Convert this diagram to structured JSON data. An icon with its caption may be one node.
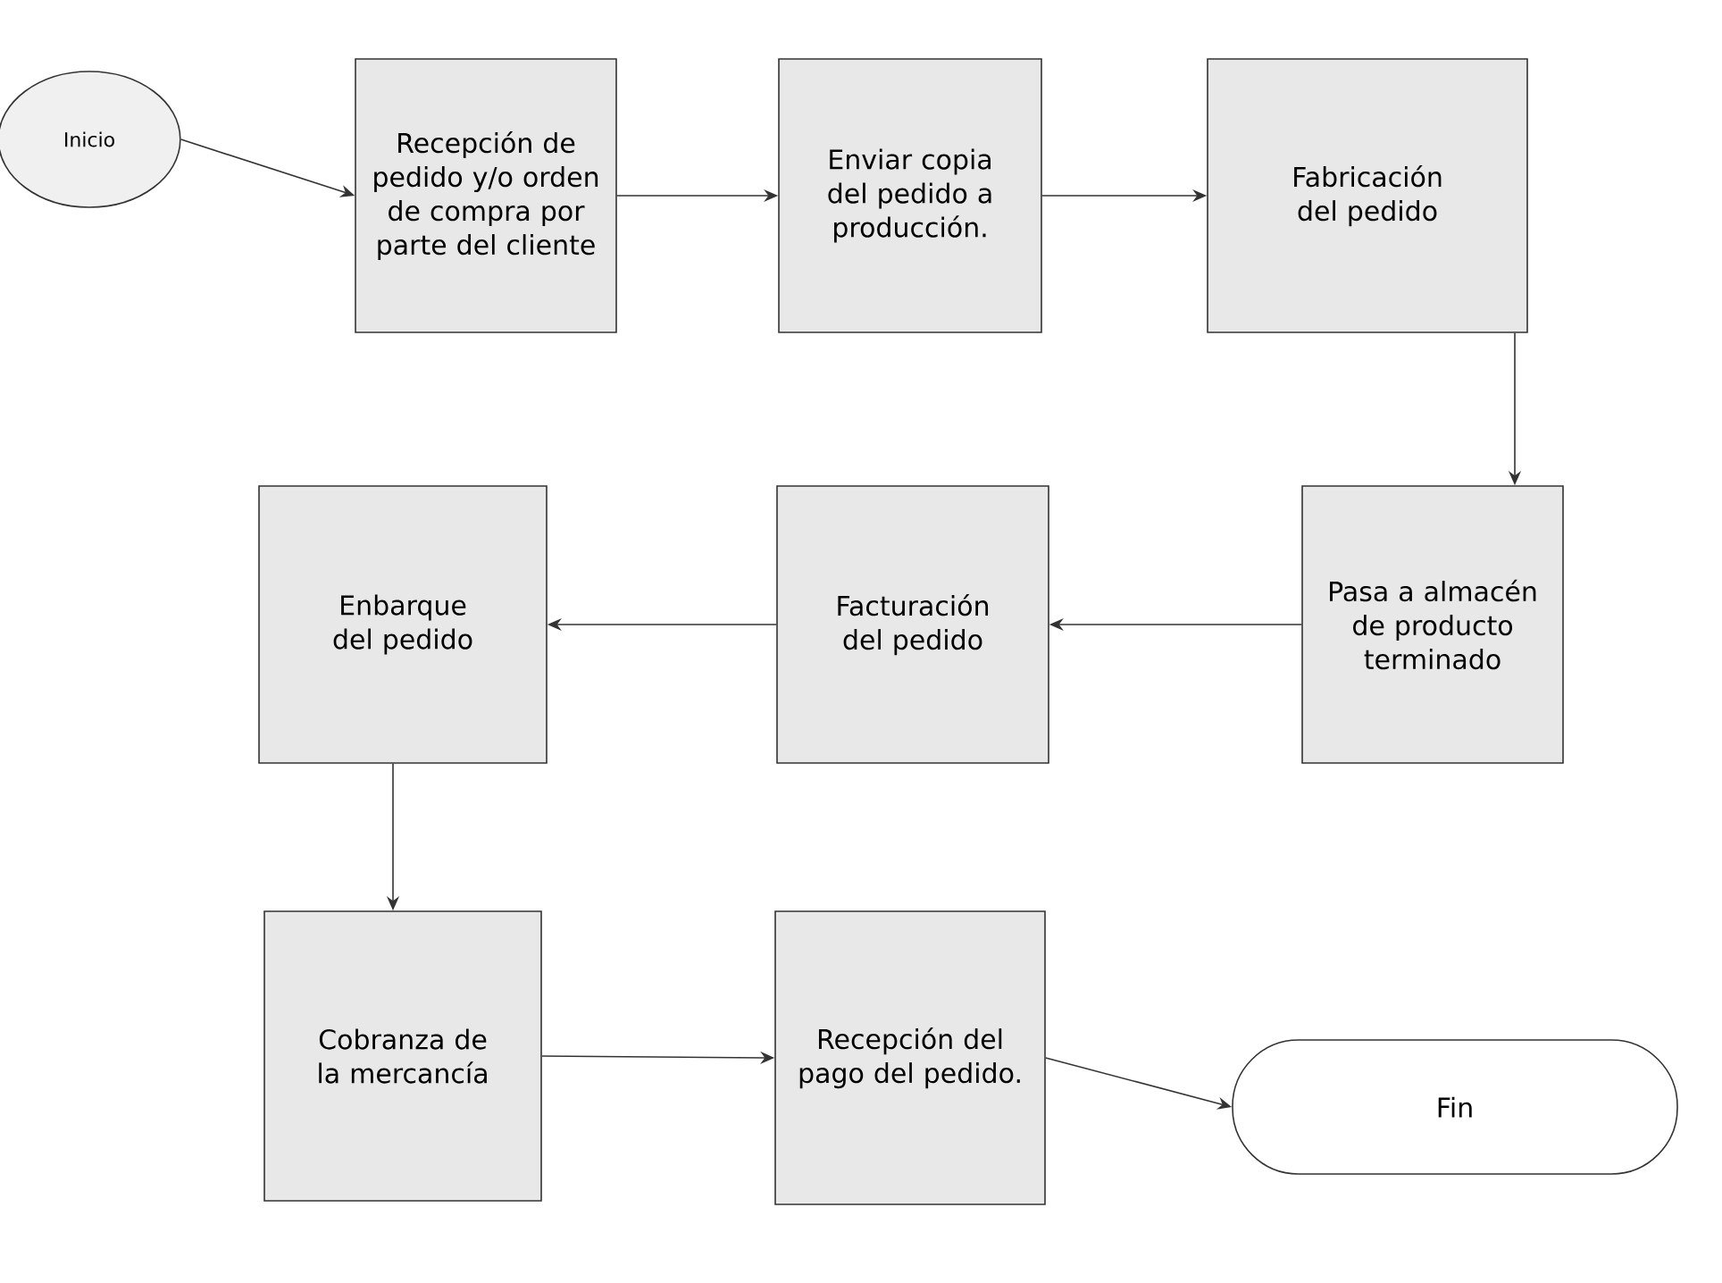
{
  "diagram": {
    "nodes": [
      {
        "text": [
          "Inicio"
        ]
      },
      {
        "text": [
          "Recepción de pedido y/o orden de compra por parte del cliente"
        ]
      },
      {
        "text": [
          "Enviar copia del pedido a producción."
        ]
      },
      {
        "text": [
          "Fabricación del pedido"
        ]
      },
      {
        "text": [
          "Pasa a almacén de producto terminado"
        ]
      },
      {
        "text": [
          "Facturación del pedido"
        ]
      },
      {
        "text": [
          "Enbarque del pedido"
        ]
      },
      {
        "text": [
          "Cobranza de la mercancía"
        ]
      },
      {
        "text": [
          "Recepción del pago del pedido."
        ]
      },
      {
        "text": [
          "Fin"
        ]
      }
    ],
    "edges": [
      {
        "from": 0,
        "to": 1,
        "arrow": "to"
      },
      {
        "from": 1,
        "to": 2,
        "arrow": "to"
      },
      {
        "from": 2,
        "to": 3,
        "arrow": "to"
      },
      {
        "from": 3,
        "to": 4,
        "arrow": "to"
      },
      {
        "from": 4,
        "to": 5,
        "arrow": "to"
      },
      {
        "from": 5,
        "to": 6,
        "arrow": "to"
      },
      {
        "from": 6,
        "to": 7,
        "arrow": "to"
      },
      {
        "from": 7,
        "to": 8,
        "arrow": "to"
      },
      {
        "from": 8,
        "to": 9,
        "arrow": "to"
      }
    ]
  }
}
